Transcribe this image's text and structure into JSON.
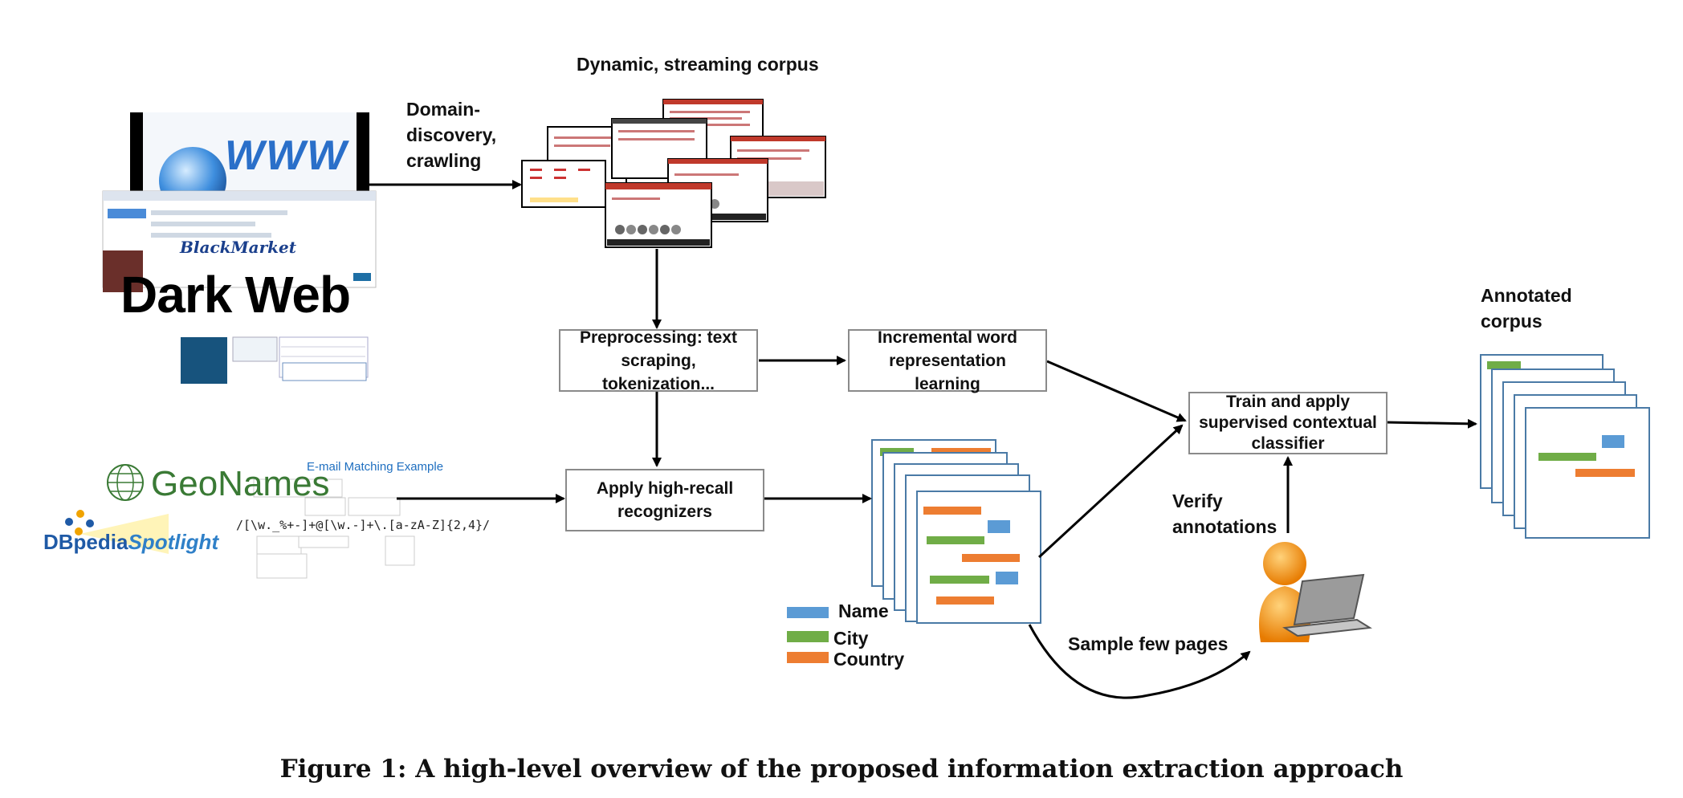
{
  "top_label": "Dynamic, streaming corpus",
  "crawl_label": [
    "Domain-",
    "discovery,",
    "crawling"
  ],
  "sources": {
    "dark_web": "Dark Web",
    "black_market": "BlackMarket",
    "www": "WWW",
    "geonames": "GeoNames",
    "dbpedia": "DBpedia",
    "spotlight": "Spotlight",
    "email_title": "E-mail Matching Example",
    "regex": "/[\\w._%+-]+@[\\w.-]+\\.[a-zA-Z]{2,4}/"
  },
  "boxes": {
    "preprocessing": [
      "Preprocessing: text",
      "scraping, tokenization..."
    ],
    "incremental": [
      "Incremental word",
      "representation learning"
    ],
    "recognizers": [
      "Apply high-recall",
      "recognizers"
    ],
    "classifier": [
      "Train and apply",
      "supervised contextual",
      "classifier"
    ]
  },
  "annotated_corpus": [
    "Annotated",
    "corpus"
  ],
  "verify": [
    "Verify",
    "annotations"
  ],
  "sample": "Sample few pages",
  "legend": [
    {
      "label": "Name",
      "color": "#5b9bd5"
    },
    {
      "label": "City",
      "color": "#70ad47"
    },
    {
      "label": "Country",
      "color": "#ed7d31"
    }
  ],
  "caption": "Figure 1: A high-level overview of the proposed information extraction approach"
}
